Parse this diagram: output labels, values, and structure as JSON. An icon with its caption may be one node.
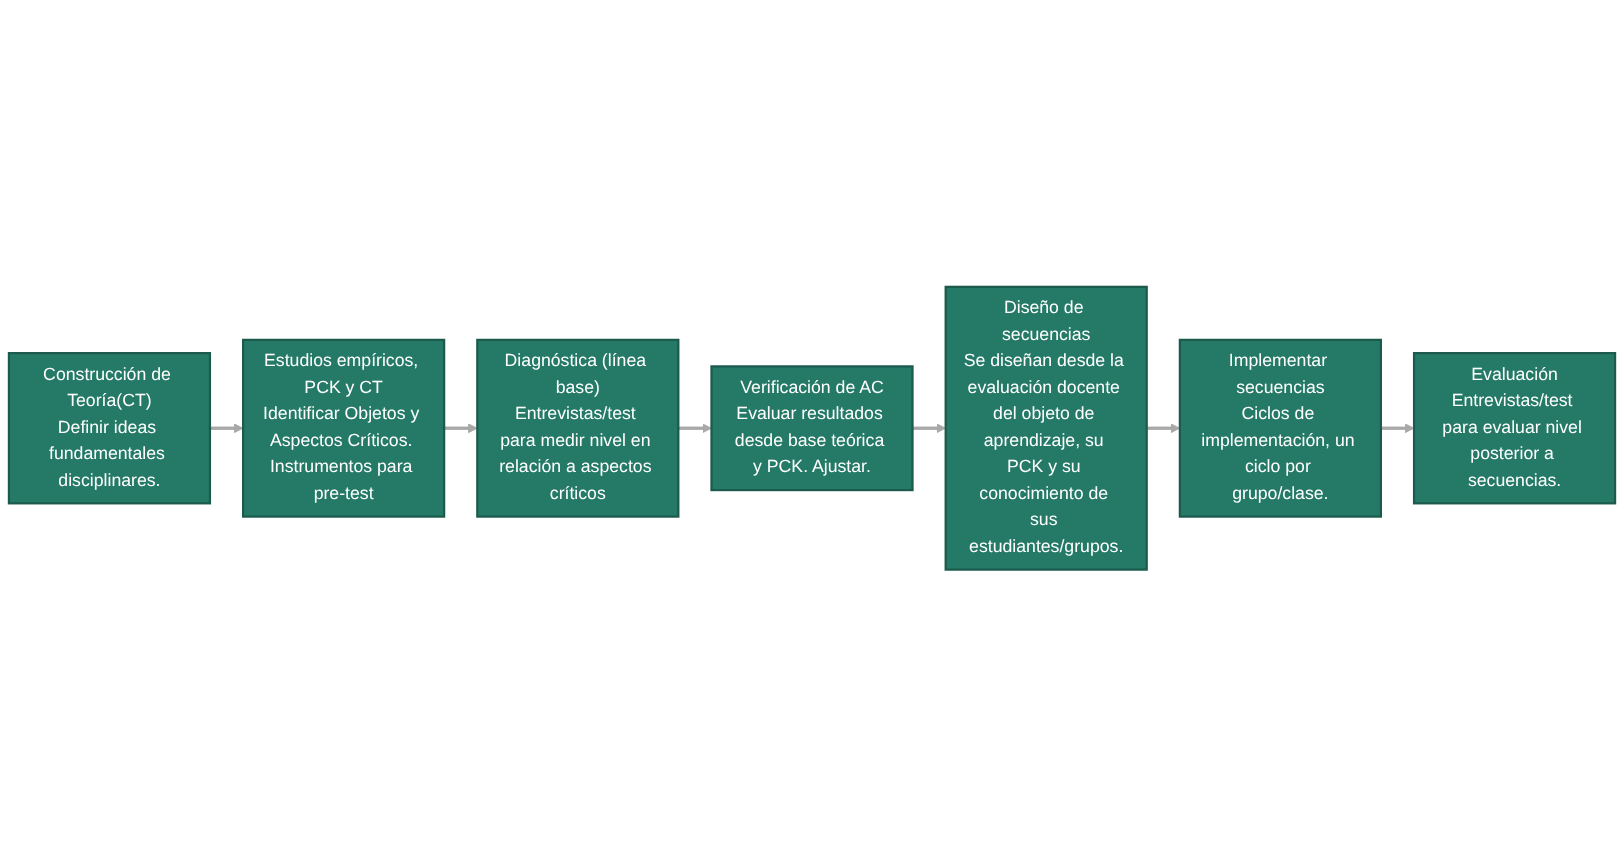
{
  "diagram": {
    "nodes": [
      {
        "text": [
          "Construcción de Teoría(CT)",
          "Definir ideas fundamentales disciplinares."
        ]
      },
      {
        "text": [
          "Estudios empíricos, PCK y CT",
          "Identificar Objetos y Aspectos Críticos. Instrumentos para pre-test"
        ]
      },
      {
        "text": [
          "Diagnóstica (línea base)",
          "Entrevistas/test para medir nivel en relación a aspectos críticos"
        ]
      },
      {
        "text": [
          "Verificación de AC",
          "Evaluar resultados desde base teórica y PCK. Ajustar."
        ]
      },
      {
        "text": [
          "Evaluación",
          "Entrevistas/test para evaluar nivel posterior a secuencias."
        ]
      },
      {
        "text": [
          "Implementar secuencias",
          "Ciclos de implementación, un ciclo por grupo/clase."
        ]
      },
      {
        "text": [
          "Diseño de secuencias",
          "Se diseñan desde la evaluación docente del objeto de aprendizaje, su PCK y su conocimiento de sus estudiantes/grupos."
        ]
      }
    ],
    "edges": [
      {
        "from": 0,
        "to": 1,
        "arrow": "to"
      },
      {
        "from": 1,
        "to": 2,
        "arrow": "to"
      },
      {
        "from": 2,
        "to": 3,
        "arrow": "to"
      },
      {
        "from": 3,
        "to": 6,
        "arrow": "to"
      },
      {
        "from": 6,
        "to": 5,
        "arrow": "to"
      },
      {
        "from": 5,
        "to": 4,
        "arrow": "to"
      }
    ]
  }
}
